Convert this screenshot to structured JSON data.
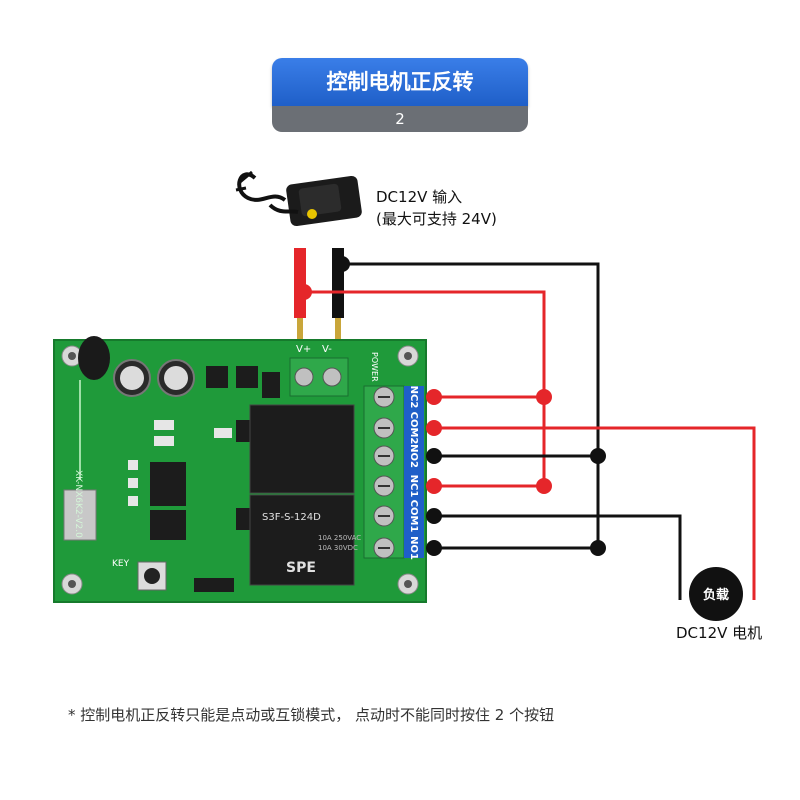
{
  "title": "控制电机正反转",
  "subtitle": "2",
  "power": {
    "label_line1": "DC12V 输入",
    "label_line2": "(最大可支持 24V)",
    "plus_label": "V+",
    "minus_label": "V-",
    "board_label": "POWER"
  },
  "terminals": [
    "NC2",
    "COM2",
    "NO2",
    "NC1",
    "COM1",
    "NO1"
  ],
  "load": {
    "badge": "负载",
    "label": "DC12V 电机"
  },
  "relay_text": [
    "S3F-S-124D",
    "SPE",
    "10A 250VAC",
    "10A 30VDC"
  ],
  "board_text": {
    "key": "KEY",
    "model": "XK-NX6K2-V2.0"
  },
  "note": "* 控制电机正反转只能是点动或互锁模式，  点动时不能同时按住 2 个按钮",
  "colors": {
    "red_wire": "#e5262a",
    "black_wire": "#111111",
    "board_green": "#1f9a3a",
    "title_blue": "#2a6fe0",
    "title_gray": "#6b6f75"
  }
}
